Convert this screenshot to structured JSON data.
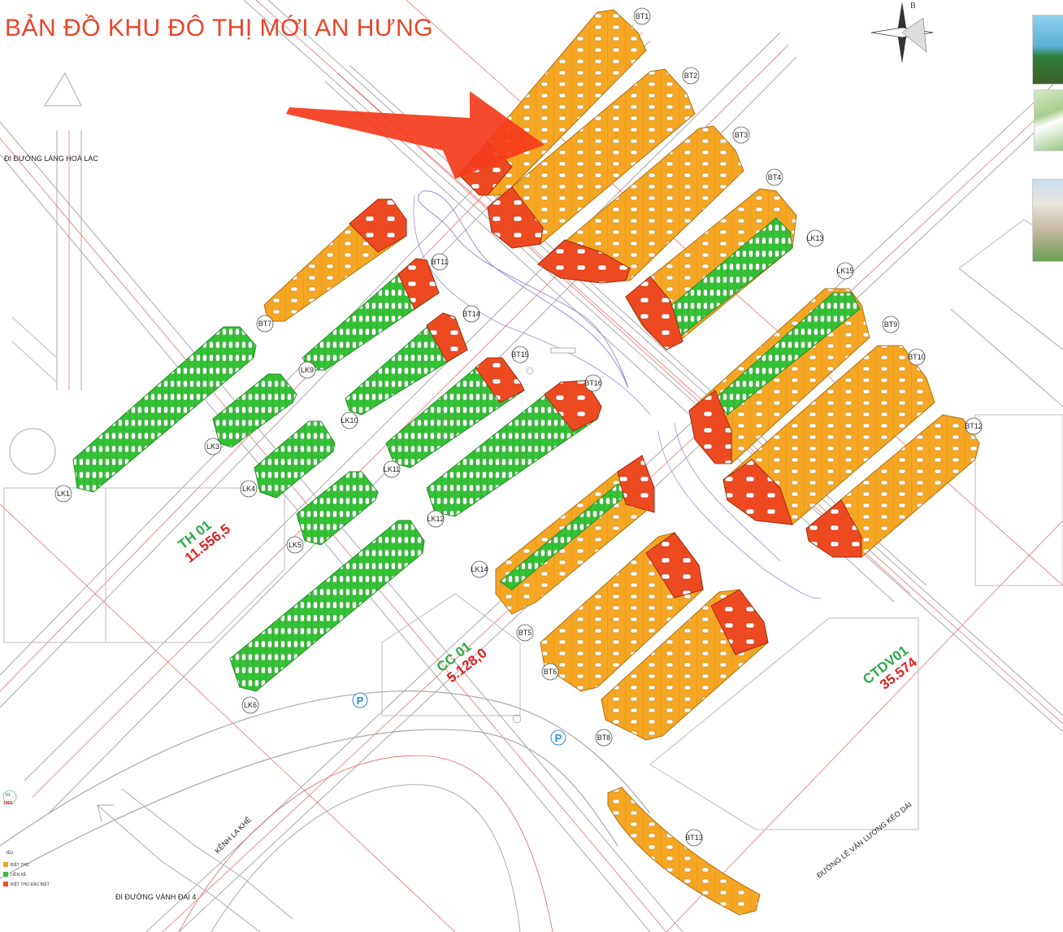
{
  "title": "BẢN ĐỒ KHU ĐÔ THỊ MỚI AN HƯNG",
  "compass_letter": "B",
  "colors": {
    "villa": "#f5a623",
    "townhouse": "#35c236",
    "special_villa": "#ee4a22",
    "title": "#e8452b",
    "arrow": "#f53b1c"
  },
  "roads": {
    "lang_hoa_lac": "ĐI ĐƯỜNG LÁNG HOÀ LẠC",
    "vanh_dai_4": "ĐI ĐƯỜNG VÀNH ĐAI 4",
    "kenh_la_khe": "KÊNH LA KHÊ",
    "le_van_luong": "ĐƯỜNG LÊ VĂN LƯƠNG KÉO DÀI"
  },
  "block_labels": {
    "bt1": "BT1",
    "bt2": "BT2",
    "bt3": "BT3",
    "bt4": "BT4",
    "bt5": "BT5",
    "bt6": "BT6",
    "bt7": "BT7",
    "bt8": "BT8",
    "bt9": "BT9",
    "bt10": "BT10",
    "bt11": "BT11",
    "bt12": "BT12",
    "bt13": "BT13",
    "bt14": "BT14",
    "bt15": "BT15",
    "bt16": "BT16",
    "lk1": "LK1",
    "lk3": "LK3",
    "lk4": "LK4",
    "lk5": "LK5",
    "lk6": "LK6",
    "lk9": "LK9",
    "lk10": "LK10",
    "lk11": "LK11",
    "lk12": "LK12",
    "lk13": "LK13",
    "lk14": "LK14",
    "lk15": "LK15"
  },
  "zones": {
    "th01": {
      "code": "TH 01",
      "area": "11.556,5"
    },
    "cc01": {
      "code": "CC 01",
      "area": "5.128,0"
    },
    "ctdv01": {
      "code": "CTDV01",
      "area": "35.574"
    }
  },
  "parking": "P",
  "legend_sample": {
    "code": "01",
    "area": "1055"
  },
  "legend": {
    "title": "IỆU",
    "villa": "BIỆT THỰ",
    "townhouse": "LIỀN KỀ",
    "special_villa": "BIỆT THỰ ĐẶC BIỆT"
  }
}
